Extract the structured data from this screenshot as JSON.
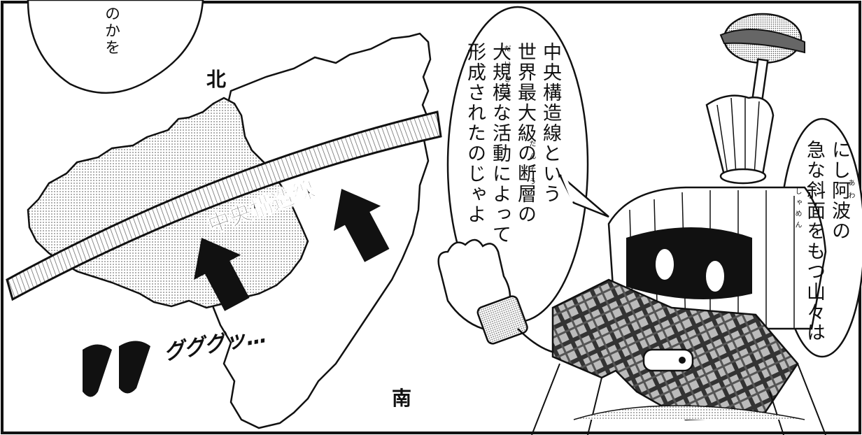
{
  "panel": {
    "speech_top_left": "のかを",
    "speech_center": [
      "中央構造線という",
      "世界最大級の断層の",
      "大規模な活動によって",
      "形成されたのじゃよ"
    ],
    "speech_center_ruby": [
      "だいきぼ",
      "だんそう"
    ],
    "speech_right": [
      "にし阿波の",
      "急な斜面をもつ山々は"
    ],
    "speech_right_ruby": [
      "あわ",
      "しゃめん"
    ],
    "map_label_north": "北",
    "map_label_south": "南",
    "fault_label": "中央構造線",
    "sound_effect": "グググッ…"
  },
  "colors": {
    "ink": "#111111",
    "screentone": "#c8c8c8",
    "paper": "#ffffff"
  }
}
